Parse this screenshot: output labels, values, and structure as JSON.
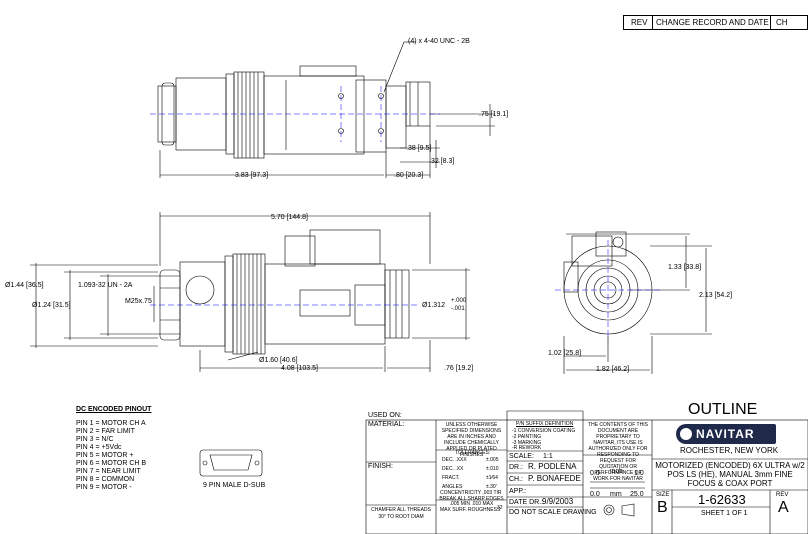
{
  "revision_block": {
    "rev": "REV",
    "change": "CHANGE RECORD AND DATE",
    "ch": "CH"
  },
  "dims": {
    "top_hole_callout": "(4) x 4-40 UNC - 2B",
    "top_075": ".75 [19.1]",
    "top_038": ".38 [9.5]",
    "top_032": ".32 [8.3]",
    "top_383": "3.83 [97.3]",
    "top_080": ".80 [20.3]",
    "side_570": "5.70 [144.8]",
    "side_144": "Ø1.44 [36.5]",
    "side_124": "Ø1.24 [31.5]",
    "side_thread": "1.093-32 UN - 2A",
    "side_m25": "M25x.75",
    "side_1312": "Ø1.312",
    "side_1312_tol_upper": "+.000",
    "side_1312_tol_lower": "-.001",
    "side_160": "Ø1.60 [40.6]",
    "side_408": "4.08 [103.5]",
    "side_076": ".76 [19.2]",
    "end_133": "1.33 [33.8]",
    "end_213": "2.13 [54.2]",
    "end_102": "1.02 [25.8]",
    "end_182": "1.82 [46.2]"
  },
  "pinout": {
    "title": "DC ENCODED PINOUT",
    "pins": [
      "PIN 1 = MOTOR CH A",
      "PIN 2 = FAR LIMIT",
      "PIN 3 = N/C",
      "PIN 4 = +5Vdc",
      "PIN 5 = MOTOR +",
      "PIN 6 = MOTOR CH B",
      "PIN 7 = NEAR LIMIT",
      "PIN 8 = COMMON",
      "PIN 9 = MOTOR -"
    ],
    "connector_label": "9 PIN MALE D-SUB"
  },
  "title_block": {
    "used_on": "USED ON:",
    "material": "MATERIAL:",
    "finish": "FINISH:",
    "unless_note": "UNLESS OTHERWISE SPECIFIED DIMENSIONS ARE IN INCHES AND INCLUDE CHEMICALLY APPLIED OR PLATED FINISHES",
    "tolerances": "TOLERANCES:",
    "dec_xxx": "DEC. .XXX",
    "dec_xxx_val": "±.005",
    "dec_xx": "DEC. .XX",
    "dec_xx_val": "±.010",
    "fract": "FRACT.",
    "fract_val": "±1⁄64",
    "angles": "ANGLES",
    "angles_val": "±.30'",
    "concentricity": "CONCENTRICITY .003 TIR",
    "break_edges": "BREAK ALL SHARP EDGES .005 MIN .010 MAX",
    "max_surf": "MAX SURF. ROUGHNESS",
    "max_surf_val": "32",
    "chamfer": "CHAMFER ALL THREADS 30° TO ROOT DIAM",
    "suffix_title": "P/N SUFFIX DEFINITION",
    "suffix_1": "-1 CONVERSION COATING",
    "suffix_2": "-2 PAINTING",
    "suffix_3": "-3 MARKING",
    "suffix_r": "-R REWORK",
    "scale_label": "SCALE:",
    "scale_val": "1:1",
    "dr_label": "DR.:",
    "dr_val": "R. PODLENA",
    "ch_label": "CH.:",
    "ch_val": "P. BONAFEDE",
    "app_label": "APP.:",
    "date_label": "DATE DR.:",
    "date_val": "9/9/2003",
    "do_not_scale": "DO NOT SCALE DRAWING",
    "proprietary": "THE CONTENTS OF THIS DOCUMENT ARE PROPRIETARY TO NAVITAR, ITS USE IS AUTHORIZED ONLY FOR RESPONDING TO REQUEST FOR QUOTATION OR PERFORMANCE OF WORK FOR NAVITAR",
    "inch_scale": [
      "0.0",
      "inch",
      "1.0"
    ],
    "mm_scale": [
      "0.0",
      "mm",
      "25.0"
    ],
    "outline": "OUTLINE",
    "company": "NAVITAR",
    "location": "ROCHESTER, NEW YORK",
    "description": "MOTORIZED (ENCODED) 6X ULTRA w/2 POS LS (HE), MANUAL 3mm FINE FOCUS & COAX PORT",
    "size_label": "SIZE",
    "size_val": "B",
    "part_no": "1-62633",
    "rev_label": "REV",
    "rev_val": "A",
    "sheet": "SHEET 1 OF 1"
  }
}
